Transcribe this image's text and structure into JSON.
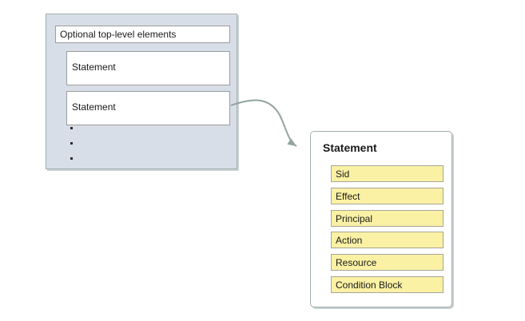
{
  "diagram": {
    "policy_panel": {
      "top_box_label": "Optional top-level elements",
      "statement_boxes": [
        "Statement",
        "Statement"
      ],
      "ellipsis_dots": [
        ".",
        ".",
        "."
      ]
    },
    "statement_panel": {
      "title": "Statement",
      "elements": [
        "Sid",
        "Effect",
        "Principal",
        "Action",
        "Resource",
        "Condition Block"
      ]
    },
    "colors": {
      "panel_fill": "#d8dee7",
      "panel_border": "#a2aeac",
      "panel_shadow": "#c9d2d4",
      "box_border": "#9c9c9c",
      "element_fill": "#fbf1a4",
      "element_border": "#a5a59b",
      "arrow_color": "#90a49f",
      "text_color": "#1a1a1a"
    }
  }
}
